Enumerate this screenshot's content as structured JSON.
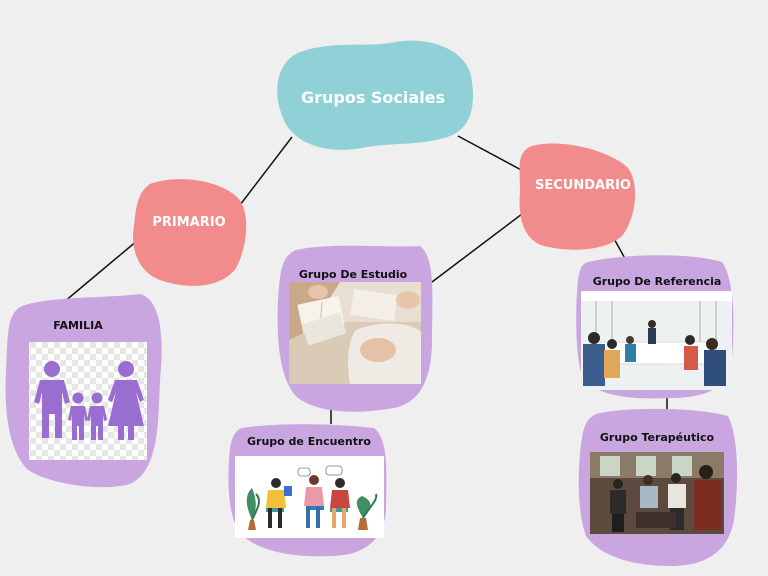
{
  "colors": {
    "background": "#efefef",
    "root_blob": "#8fd1d6",
    "category_blob": "#f28b8b",
    "leaf_blob": "#c9a6e0",
    "figure_purple": "#9a6dd0",
    "connector": "#111111"
  },
  "root": {
    "label": "Grupos Sociales"
  },
  "categories": {
    "primario": {
      "label": "PRIMARIO"
    },
    "secundario": {
      "label": "SECUNDARIO"
    }
  },
  "nodes": {
    "familia": {
      "label": "FAMILIA",
      "image": "family-icon"
    },
    "estudio": {
      "label": "Grupo De Estudio",
      "image": "study-group-photo"
    },
    "encuentro": {
      "label": "Grupo de Encuentro",
      "image": "encounter-group-illustration"
    },
    "referencia": {
      "label": "Grupo De Referencia",
      "image": "reference-group-photo"
    },
    "terapeutico": {
      "label": "Grupo Terapéutico",
      "image": "therapeutic-group-photo"
    }
  }
}
